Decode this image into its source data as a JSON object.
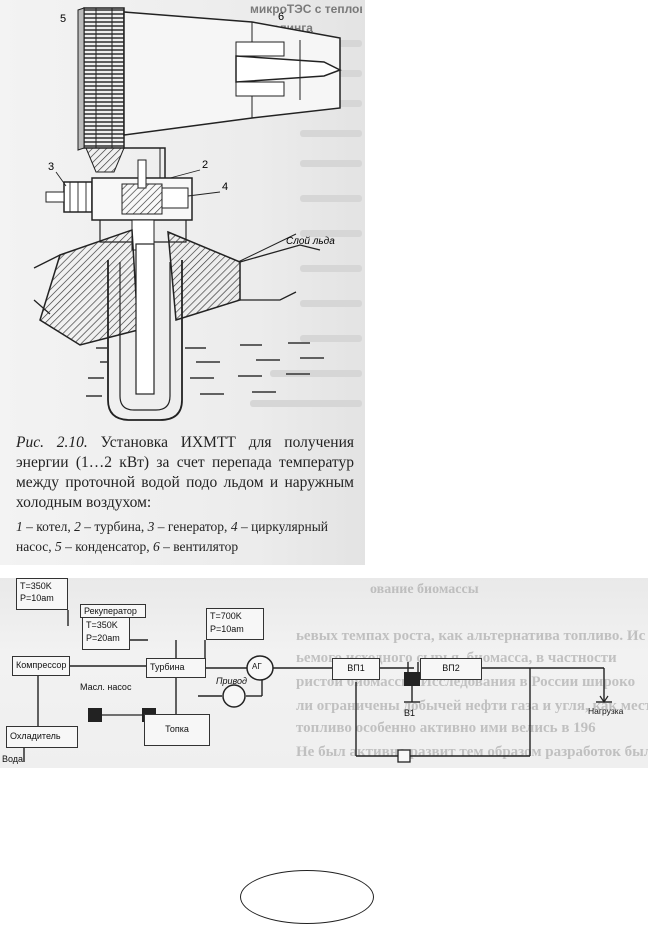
{
  "figure1": {
    "header_text": [
      "микроТЭС с тепловым двигателем",
      "Стирлинга"
    ],
    "part_numbers": [
      "5",
      "6",
      "3",
      "2",
      "4"
    ],
    "ice_label": "Слой льда",
    "caption": {
      "ref": "Рис. 2.10.",
      "text": "Установка ИХМТТ для получения энергии (1…2 кВт) за счет перепада температур между проточной водой подо льдом и наружным холодным воздухом:"
    },
    "legend": [
      {
        "num": "1",
        "text": " – котел, "
      },
      {
        "num": "2",
        "text": " – турбина, "
      },
      {
        "num": "3",
        "text": " – генератор, "
      },
      {
        "num": "4",
        "text": " – циркулярный насос, "
      },
      {
        "num": "5",
        "text": " – конденсатор, "
      },
      {
        "num": "6",
        "text": " – вентилятор"
      }
    ]
  },
  "figure2": {
    "recuperator": "Рекуператор",
    "comp_params": [
      "T=350K",
      "P=10am"
    ],
    "recup_params": [
      "T=350K",
      "P=20am"
    ],
    "turb_params": [
      "T=700K",
      "P=10am"
    ],
    "compressor": "Компрессор",
    "oil_pump": "Масл. насос",
    "turbine": "Турбина",
    "generator": "АГ",
    "vp1": "ВП1",
    "vp2": "ВП2",
    "drive": "Привод",
    "load": "Нагрузка",
    "v1": "В1",
    "cooler": "Охладитель",
    "furnace": "Топка",
    "water": "Вода",
    "heading_fragment": "ование биомассы",
    "bg_text_lines": [
      "ьевых темпах роста, как альтернатива топливо. Ис",
      "ьемого исходного сырья, биомасса, в частности",
      "ристой биомассы. Исследования в России широко",
      "ли ограничены добычей нефти газа и угля, как местн",
      "топливо особенно активно ими велись в 196",
      "Не был активно развит тем образом разработок были по"
    ]
  },
  "colors": {
    "ink": "#222222",
    "scan_gray": "#ececec"
  }
}
